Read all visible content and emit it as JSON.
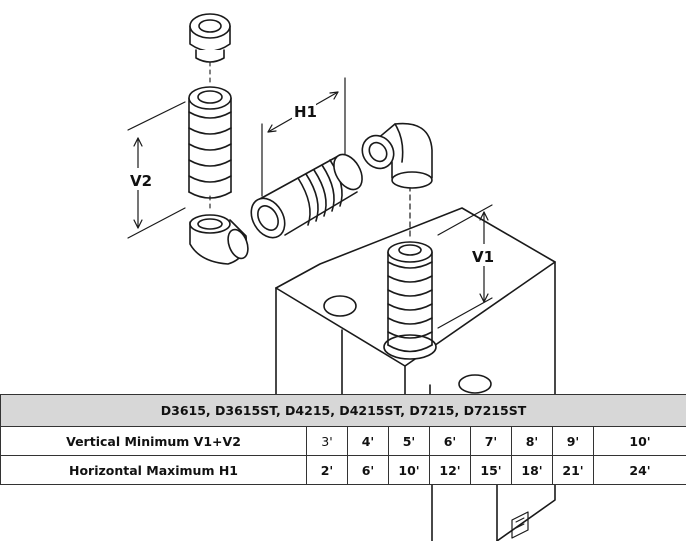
{
  "labels": {
    "h1": "H1",
    "v1": "V1",
    "v2": "V2"
  },
  "table": {
    "models": "D3615, D3615ST, D4215, D4215ST, D7215, D7215ST",
    "rows": [
      {
        "label": "Vertical Minimum V1+V2",
        "values": [
          "3'",
          "4'",
          "5'",
          "6'",
          "7'",
          "8'",
          "9'",
          "10'"
        ]
      },
      {
        "label": "Horizontal Maximum H1",
        "values": [
          "2'",
          "6'",
          "10'",
          "12'",
          "15'",
          "18'",
          "21'",
          "24'"
        ]
      }
    ]
  }
}
